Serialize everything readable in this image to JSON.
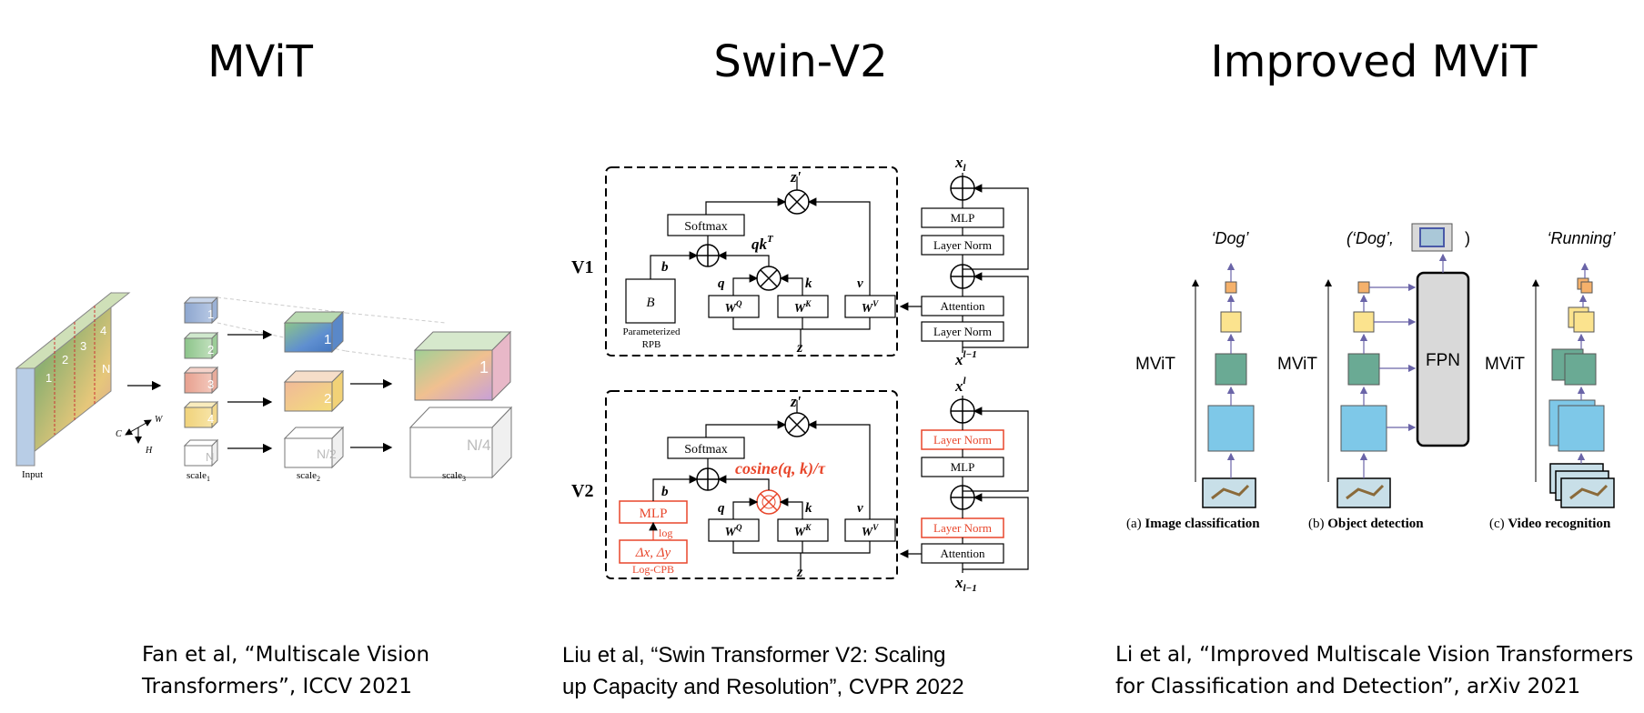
{
  "titles": {
    "mvit": "MViT",
    "swin": "Swin-V2",
    "improved": "Improved MViT"
  },
  "citations": {
    "mvit": [
      "Fan et al, “Multiscale Vision",
      "Transformers”, ICCV 2021"
    ],
    "swin": [
      "Liu et al, “Swin Transformer V2: Scaling",
      "up Capacity and Resolution”, CVPR 2022"
    ],
    "improved": [
      "Li et al, “Improved Multiscale Vision Transformers",
      "for Classification and Detection”, arXiv 2021"
    ]
  },
  "mvit_fig": {
    "input_label": "Input",
    "scale_labels": [
      "scale",
      "scale",
      "scale"
    ],
    "scale_subs": [
      "1",
      "2",
      "3"
    ],
    "cube_labels_s1": [
      "1",
      "2",
      "3",
      "4",
      "N"
    ],
    "cube_labels_s2": [
      "1",
      "2",
      "N/2"
    ],
    "cube_labels_s3": [
      "1",
      "N/4"
    ],
    "axis_labels": {
      "c": "C",
      "w": "W",
      "h": "H"
    },
    "input_stripe_labels": [
      "1",
      "2",
      "3",
      "4",
      "N"
    ]
  },
  "swin_fig": {
    "v1_label": "V1",
    "v2_label": "V2",
    "z_prime": "z'",
    "softmax": "Softmax",
    "b": "b",
    "qkT": "qk",
    "qkT_sup": "T",
    "q": "q",
    "k": "k",
    "v": "v",
    "z": "z",
    "WQ": "W",
    "WQ_sup": "Q",
    "WK": "W",
    "WK_sup": "K",
    "WV": "W",
    "WV_sup": "V",
    "B": "B",
    "rpb_label": [
      "Parameterized",
      "RPB"
    ],
    "cosine": "cosine(q, k)/τ",
    "mlp": "MLP",
    "log": "log",
    "delta": "Δx, Δy",
    "log_cpb": "Log-CPB",
    "block_v1": {
      "top": "x",
      "top_sub": "l",
      "mlp": "MLP",
      "ln1": "Layer Norm",
      "attention": "Attention",
      "ln2": "Layer Norm",
      "bottom": "x",
      "bottom_sup": "l−1"
    },
    "block_v2": {
      "top": "x",
      "top_sup": "l",
      "ln1": "Layer Norm",
      "mlp": "MLP",
      "ln2": "Layer Norm",
      "attention": "Attention",
      "bottom": "x",
      "bottom_sub": "l−1"
    }
  },
  "improved_fig": {
    "labels_top": [
      "‘Dog’",
      "(‘Dog’,",
      ")",
      "‘Running’"
    ],
    "mvit_labels": [
      "MViT",
      "MViT",
      "MViT"
    ],
    "fpn": "FPN",
    "captions": [
      {
        "prefix": "(a) ",
        "bold": "Image classification"
      },
      {
        "prefix": "(b) ",
        "bold": "Object detection"
      },
      {
        "prefix": "(c) ",
        "bold": "Video recognition"
      }
    ]
  },
  "colors": {
    "accent_red": "#e8462b",
    "block_blue": "#7ec8e8",
    "block_green": "#6aaa94",
    "block_yellow": "#fbe38e",
    "block_orange": "#f5b16b",
    "arrow_purple": "#6a64a8",
    "fpn_gray": "#d9d9d9"
  }
}
